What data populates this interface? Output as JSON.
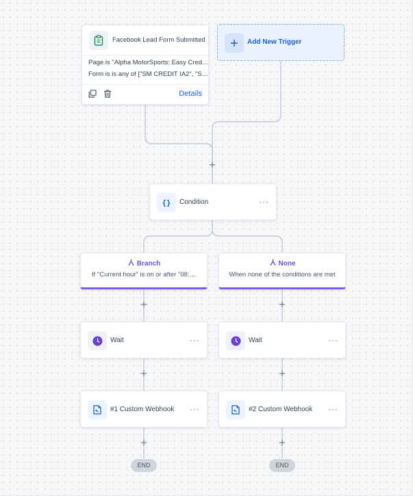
{
  "trigger": {
    "title": "Facebook Lead Form Submitted",
    "line1": "Page is \"Alpha MotorSports: Easy Cred…",
    "line2": "Form is is any of [\"SM CREDIT IA2\", \"S…",
    "details_label": "Details",
    "icon": "clipboard-icon"
  },
  "add_trigger": {
    "label": "Add New Trigger",
    "icon": "plus-icon"
  },
  "condition": {
    "label": "Condition",
    "icon": "braces-icon",
    "menu": "···"
  },
  "branches": [
    {
      "title": "Branch",
      "description": "If \"Current hour\" is on or after \"08:…",
      "wait_label": "Wait",
      "webhook_label": "#1 Custom Webhook",
      "end_label": "END"
    },
    {
      "title": "None",
      "description": "When none of the conditions are met",
      "wait_label": "Wait",
      "webhook_label": "#2 Custom Webhook",
      "end_label": "END"
    }
  ],
  "plus_glyph": "+",
  "menu_glyph": "···",
  "colors": {
    "accent": "#1d5fd1",
    "branch_purple": "#6d4fd8",
    "wait_purple": "#6b3fd4",
    "connector": "#c4c8ce",
    "trigger_green": "#1f8a5b"
  }
}
